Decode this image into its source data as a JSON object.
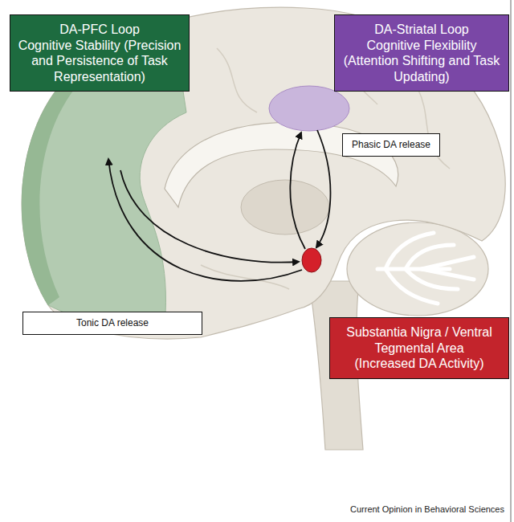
{
  "diagram": {
    "nodes": [
      {
        "text": [
          "DA-PFC Loop",
          "Cognitive Stability (Precision and Persistence of Task Representation)"
        ]
      },
      {
        "text": [
          "DA-Striatal Loop",
          "Cognitive Flexibility (Attention Shifting and Task Updating)"
        ]
      },
      {
        "text": [
          "Phasic DA release"
        ]
      },
      {
        "text": [
          "Tonic DA release"
        ]
      },
      {
        "text": [
          "Substantia Nigra / Ventral Tegmental Area",
          "(Increased DA Activity)"
        ]
      }
    ],
    "labels": [
      "Current Opinion in Behavioral Sciences"
    ]
  }
}
